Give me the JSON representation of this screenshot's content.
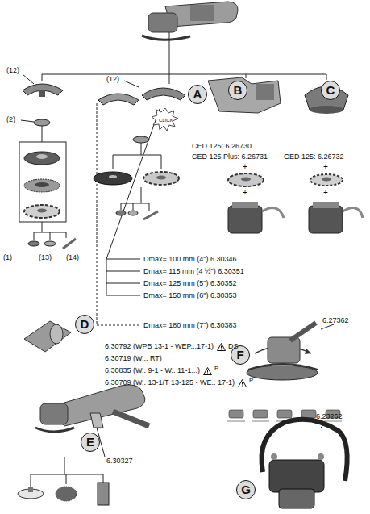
{
  "diagram": {
    "nodes": [
      {
        "text": [
          "A"
        ]
      },
      {
        "text": [
          "B"
        ]
      },
      {
        "text": [
          "C"
        ]
      },
      {
        "text": [
          "D"
        ]
      },
      {
        "text": [
          "F"
        ]
      },
      {
        "text": [
          "E"
        ]
      },
      {
        "text": [
          "G"
        ]
      }
    ],
    "labels": [
      "(12)",
      "(2)",
      "(1)",
      "(13)",
      "(14)",
      "(12)",
      "CLICK",
      "CED 125: 6.26730",
      "CED 125 Plus: 6.26731",
      "GED 125: 6.26732",
      "+",
      "+",
      "+",
      "+",
      "Dmax= 100 mm (4\") 6.30346",
      "Dmax= 115 mm (4 ½\") 6.30351",
      "Dmax= 125 mm (5\") 6.30352",
      "Dmax= 150 mm (6\") 6.30353",
      "Dmax= 180 mm (7\") 6.30383",
      "6.30792 (WPB 13-1 - WEP...17-1)",
      "DS",
      "6.30719 (W... RT)",
      "6.30835 (W.. 9-1 - W.. 11-1...)",
      "P",
      "6.30709 (W.. 13-1/T 13-125 - WE.. 17-1)",
      "P",
      "6.27362",
      "6.30327",
      "6.23262"
    ]
  }
}
